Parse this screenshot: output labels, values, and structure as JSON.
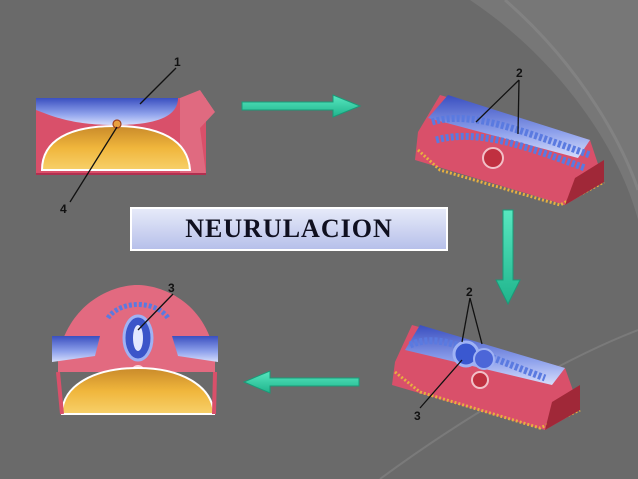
{
  "title": "NEURULACION",
  "labels": {
    "l1": "1",
    "l2a": "2",
    "l2b": "2",
    "l3a": "3",
    "l3b": "3",
    "l4": "4"
  },
  "colors": {
    "background": "#6a6a6a",
    "arrow": "#2fd1a6",
    "title_box": "#c8cff2"
  }
}
